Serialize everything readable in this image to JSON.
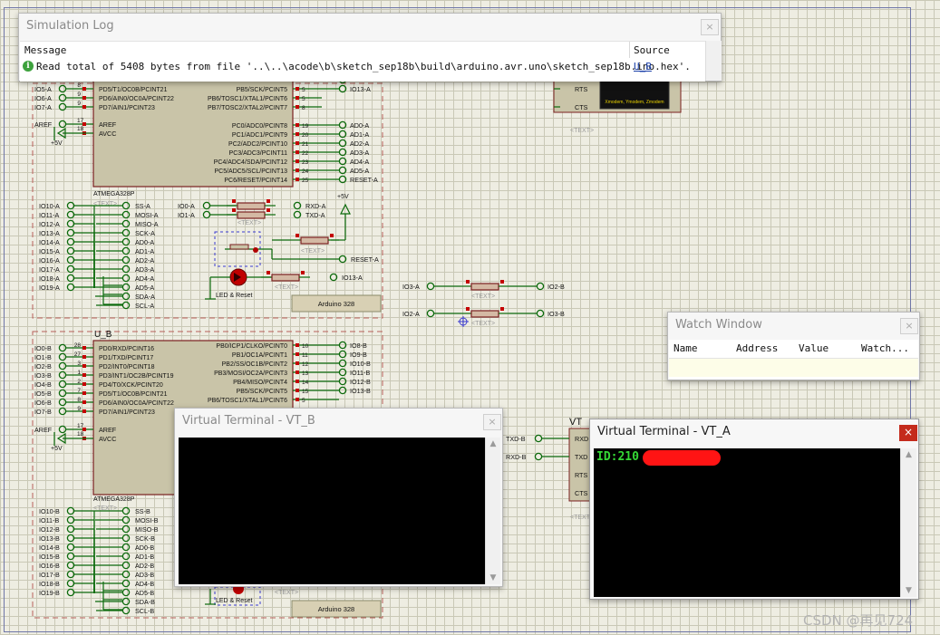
{
  "colors": {
    "wire": "#0c6a0c",
    "part_fill": "#c9c4a8",
    "part_border": "#7a2020",
    "subcircuit_border": "#b8605a",
    "pin_red": "#c40000",
    "terminal_green": "#35d835",
    "close_red": "#c42b1c"
  },
  "icons": {
    "info": "info-icon",
    "close": "close-icon",
    "scroll_up": "chevron-up-icon",
    "scroll_down": "chevron-down-icon"
  },
  "sim_log": {
    "title": "Simulation Log",
    "close_label": "×",
    "col_message": "Message",
    "col_source": "Source",
    "message": "Read total of 5408 bytes from file '..\\..\\acode\\b\\sketch_sep18b\\build\\arduino.avr.uno\\sketch_sep18b.ino.hex'.",
    "source": "U_B"
  },
  "watch": {
    "title": "Watch Window",
    "close_label": "×",
    "columns": [
      "Name",
      "Address",
      "Value",
      "Watch..."
    ]
  },
  "vt_b": {
    "title": "Virtual Terminal - VT_B",
    "close_label": "×",
    "up": "▲",
    "down": "▼"
  },
  "vt_a": {
    "title": "Virtual Terminal - VT_A",
    "close_label": "×",
    "text": "ID:210",
    "up": "▲",
    "down": "▼"
  },
  "watermark": "CSDN @再见724",
  "schematic": {
    "chip_a": {
      "label": "ATMEGA328P",
      "text_tag": "<TEXT>",
      "top_left_pins": [
        {
          "net": "IO5-A",
          "num": "8",
          "name": "PD5/T1/OC0B/PCINT21"
        },
        {
          "net": "IO6-A",
          "num": "9",
          "name": "PD6/AIN0/OC0A/PCINT22"
        },
        {
          "net": "IO7-A",
          "num": "9",
          "name": "PD7/AIN1/PCINT23"
        }
      ],
      "top_right_pins": [
        {
          "name": "PB5/SCK/PCINT5",
          "num": "5",
          "net": ""
        },
        {
          "name": "PB6/TOSC1/XTAL1/PCINT6",
          "num": "5",
          "net": ""
        },
        {
          "name": "PB7/TOSC2/XTAL2/PCINT7",
          "num": "8",
          "net": ""
        }
      ],
      "top_right_nets": [
        "IO13-A"
      ],
      "aref": {
        "net": "AREF",
        "num": "17",
        "name": "AREF"
      },
      "avcc": {
        "net": "+5V",
        "num": "18",
        "name": "AVCC"
      },
      "analog_pins": [
        {
          "name": "PC0/ADC0/PCINT8",
          "num": "19",
          "net": "AD0-A"
        },
        {
          "name": "PC1/ADC1/PCINT9",
          "num": "20",
          "net": "AD1-A"
        },
        {
          "name": "PC2/ADC2/PCINT10",
          "num": "21",
          "net": "AD2-A"
        },
        {
          "name": "PC3/ADC3/PCINT11",
          "num": "22",
          "net": "AD3-A"
        },
        {
          "name": "PC4/ADC4/SDA/PCINT12",
          "num": "23",
          "net": "AD4-A"
        },
        {
          "name": "PC5/ADC5/SCL/PCINT13",
          "num": "24",
          "net": "AD5-A"
        },
        {
          "name": "PC6/RESET/PCINT14",
          "num": "25",
          "net": "RESET-A"
        }
      ]
    },
    "header_a": {
      "left_nets": [
        "IO10-A",
        "IO11-A",
        "IO12-A",
        "IO13-A",
        "IO14-A",
        "IO15-A",
        "IO16-A",
        "IO17-A",
        "IO18-A",
        "IO19-A"
      ],
      "right_nets": [
        "SS-A",
        "MOSI-A",
        "MISO-A",
        "SCK-A",
        "AD0-A",
        "AD1-A",
        "AD2-A",
        "AD3-A",
        "AD4-A",
        "AD5-A",
        "SDA-A",
        "SCL-A"
      ]
    },
    "uart_a": {
      "in": [
        "IO0-A",
        "IO1-A"
      ],
      "out": [
        "RXD-A",
        "TXD-A"
      ],
      "vcc": "+5V",
      "reset": "RESET-A",
      "io13": "IO13-A",
      "led": "LED & Reset",
      "board": "Arduino 328"
    },
    "bridge": {
      "left": [
        "IO3-A",
        "IO2-A"
      ],
      "right": [
        "IO2-B",
        "IO3-B"
      ]
    },
    "vt_part_a": {
      "pins": [
        "RTS",
        "CTS"
      ],
      "caption": "Xmodem, Ymodem, Zmodem"
    },
    "vt_part_b": {
      "ref": "VT",
      "pins": [
        "RXD",
        "TXD",
        "RTS",
        "CTS"
      ],
      "nets": [
        "TXD-B",
        "RXD-B"
      ]
    },
    "chip_b": {
      "ref": "U_B",
      "label": "ATMEGA328P",
      "text_tag": "<TEXT>",
      "left_pins": [
        {
          "net": "IO0-B",
          "num": "28",
          "name": "PD0/RXD/PCINT16"
        },
        {
          "net": "IO1-B",
          "num": "27",
          "name": "PD1/TXD/PCINT17"
        },
        {
          "net": "IO2-B",
          "num": "3",
          "name": "PD2/INT0/PCINT18"
        },
        {
          "net": "IO3-B",
          "num": "1",
          "name": "PD3/INT1/OC2B/PCINT19"
        },
        {
          "net": "IO4-B",
          "num": "2",
          "name": "PD4/T0/XCK/PCINT20"
        },
        {
          "net": "IO5-B",
          "num": "7",
          "name": "PD5/T1/OC0B/PCINT21"
        },
        {
          "net": "IO6-B",
          "num": "8",
          "name": "PD6/AIN0/OC0A/PCINT22"
        },
        {
          "net": "IO7-B",
          "num": "9",
          "name": "PD7/AIN1/PCINT23"
        }
      ],
      "right_pins": [
        {
          "name": "PB0/ICP1/CLKO/PCINT0",
          "num": "10",
          "net": "IO8-B"
        },
        {
          "name": "PB1/OC1A/PCINT1",
          "num": "11",
          "net": "IO9-B"
        },
        {
          "name": "PB2/SS/OC1B/PCINT2",
          "num": "12",
          "net": "IO10-B"
        },
        {
          "name": "PB3/MOSI/OC2A/PCINT3",
          "num": "13",
          "net": "IO11-B"
        },
        {
          "name": "PB4/MISO/PCINT4",
          "num": "14",
          "net": "IO12-B"
        },
        {
          "name": "PB5/SCK/PCINT5",
          "num": "15",
          "net": "IO13-B"
        },
        {
          "name": "PB6/TOSC1/XTAL1/PCINT6",
          "num": "5",
          "net": ""
        }
      ],
      "aref": {
        "net": "AREF",
        "num": "17",
        "name": "AREF"
      },
      "avcc": {
        "net": "+5V",
        "num": "18",
        "name": "AVCC"
      }
    },
    "header_b": {
      "left_nets": [
        "IO10-B",
        "IO11-B",
        "IO12-B",
        "IO13-B",
        "IO14-B",
        "IO15-B",
        "IO16-B",
        "IO17-B",
        "IO18-B",
        "IO19-B"
      ],
      "right_nets": [
        "SS-B",
        "MOSI-B",
        "MISO-B",
        "SCK-B",
        "AD0-B",
        "AD1-B",
        "AD2-B",
        "AD3-B",
        "AD4-B",
        "AD5-B",
        "SDA-B",
        "SCL-B"
      ]
    },
    "bottom_b": {
      "led": "LED & Reset",
      "board": "Arduino 328",
      "text_tag": "<TEXT>"
    }
  }
}
